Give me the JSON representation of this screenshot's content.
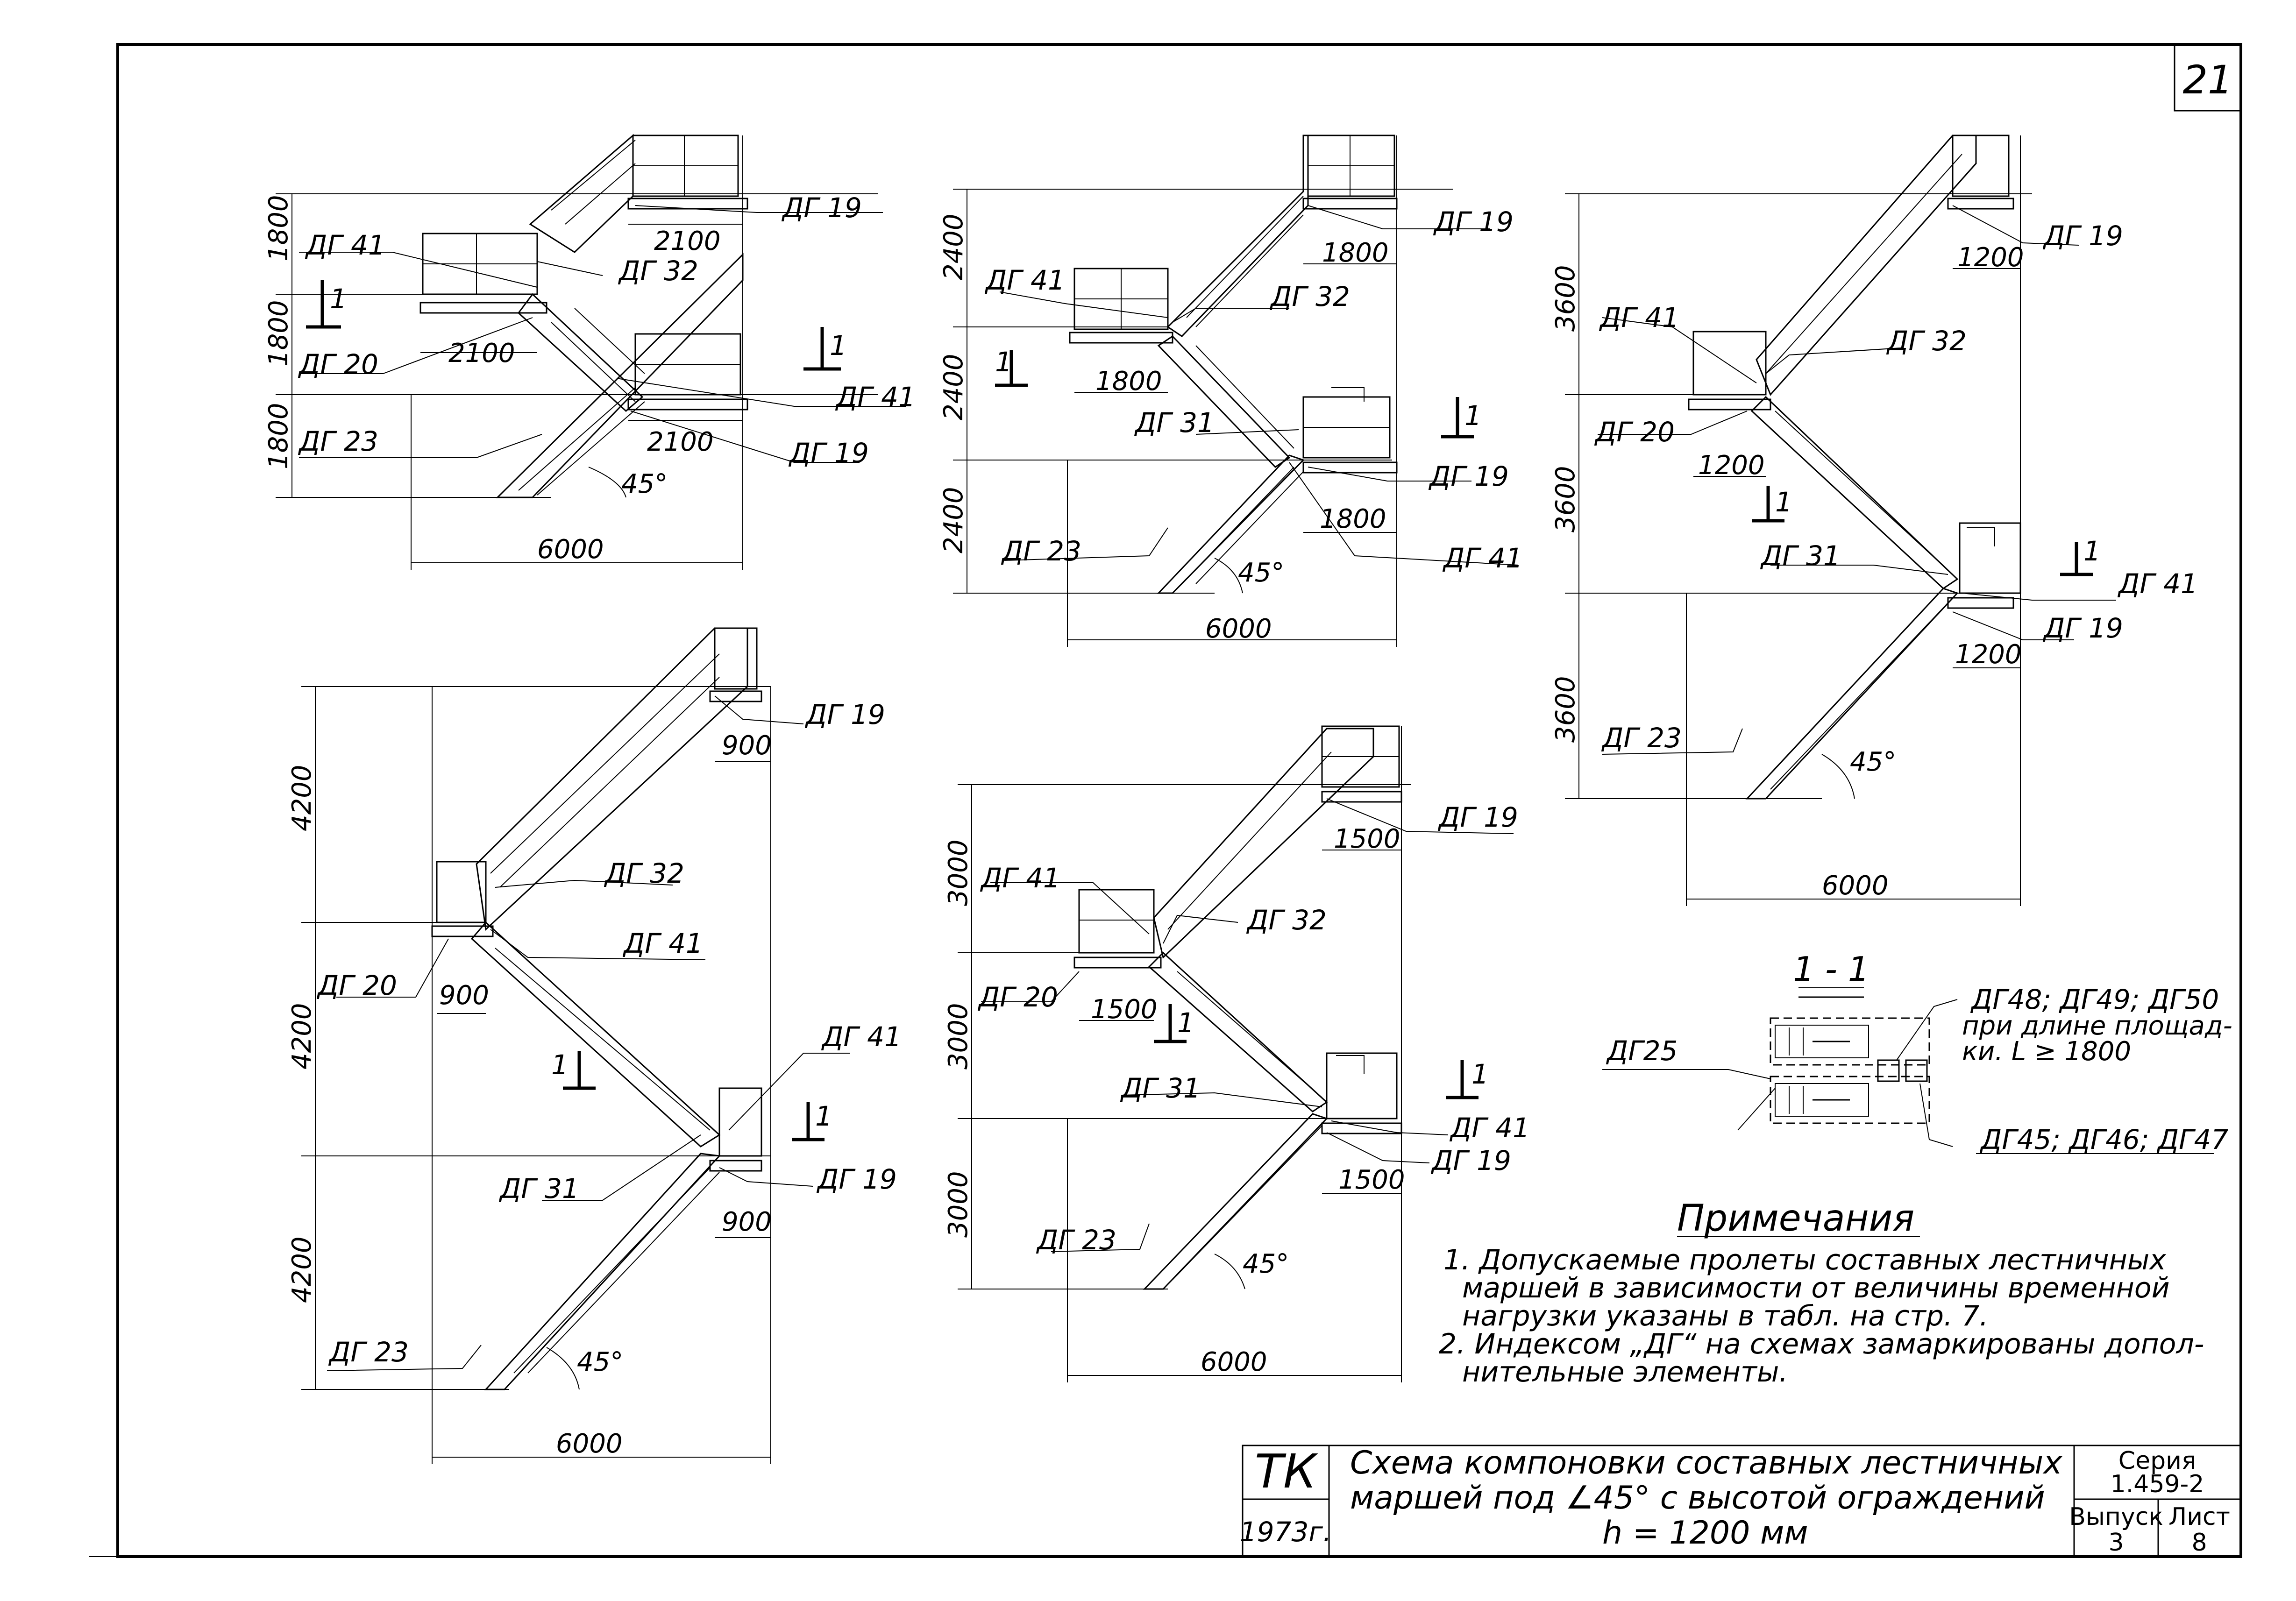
{
  "sheet_number": "21",
  "diagrams": [
    {
      "id": "d1",
      "marks": {
        "top_right": "ДГ 19",
        "left_upper": "ДГ 41",
        "mid": "ДГ 32",
        "left_mid": "ДГ 20",
        "right_mid": "ДГ 41",
        "right_low": "ДГ 19",
        "bottom_left": "ДГ 23"
      },
      "dims": {
        "w1": "2100",
        "w2": "2100",
        "w3": "2100",
        "total": "6000",
        "h1": "1800",
        "h2": "1800",
        "h3": "1800",
        "angle": "45°"
      }
    },
    {
      "id": "d2",
      "marks": {
        "top_right": "ДГ 19",
        "left_upper": "ДГ 41",
        "mid": "ДГ 32",
        "mid2": "ДГ 31",
        "right_low": "ДГ 19",
        "right_low2": "ДГ 41",
        "bottom_left": "ДГ 23"
      },
      "dims": {
        "w1": "1800",
        "w2": "1800",
        "w3": "1800",
        "total": "6000",
        "h1": "2400",
        "h2": "2400",
        "h3": "2400",
        "angle": "45°"
      }
    },
    {
      "id": "d3",
      "marks": {
        "top_right": "ДГ 19",
        "left_upper": "ДГ 41",
        "mid": "ДГ 32",
        "left_mid": "ДГ 20",
        "mid2": "ДГ 31",
        "right_low": "ДГ 41",
        "right_low2": "ДГ 19",
        "bottom_left": "ДГ 23"
      },
      "dims": {
        "w1": "1200",
        "w2": "1200",
        "w3": "1200",
        "total": "6000",
        "h1": "3600",
        "h2": "3600",
        "h3": "3600",
        "angle": "45°"
      }
    },
    {
      "id": "d4",
      "marks": {
        "top_right": "ДГ 19",
        "mid": "ДГ 32",
        "mid_b": "ДГ 41",
        "left_mid": "ДГ 20",
        "right_low": "ДГ 41",
        "mid2": "ДГ 31",
        "right_low2": "ДГ 19",
        "bottom_left": "ДГ 23"
      },
      "dims": {
        "w1": "900",
        "w2": "900",
        "w3": "900",
        "total": "6000",
        "h1": "4200",
        "h2": "4200",
        "h3": "4200",
        "angle": "45°"
      }
    },
    {
      "id": "d5",
      "marks": {
        "top_right": "ДГ 19",
        "left_upper": "ДГ 41",
        "mid": "ДГ 32",
        "left_mid": "ДГ 20",
        "mid2": "ДГ 31",
        "right_low": "ДГ 41",
        "right_low2": "ДГ 19",
        "bottom_left": "ДГ 23"
      },
      "dims": {
        "w1": "1500",
        "w2": "1500",
        "w3": "1500",
        "total": "6000",
        "h1": "3000",
        "h2": "3000",
        "h3": "3000",
        "angle": "45°"
      }
    }
  ],
  "section_marker": "1",
  "section": {
    "title": "1 - 1",
    "left_label": "ДГ25",
    "top_label_1": "ДГ48; ДГ49; ДГ50",
    "top_label_2": "при длине площад-",
    "top_label_3": "ки. L ≥ 1800",
    "bottom_label": "ДГ45; ДГ46; ДГ47"
  },
  "notes": {
    "title": "Примечания",
    "lines": [
      "1. Допускаемые пролеты составных лестничных",
      "маршей в зависимости от величины временной",
      "нагрузки указаны в табл. на стр. 7.",
      "2. Индексом „ДГ“ на схемах замаркированы допол-",
      "нительные элементы."
    ]
  },
  "title_block": {
    "org": "ТК",
    "year": "1973г.",
    "title_line1": "Схема компоновки составных лестничных",
    "title_line2": "маршей под ∠45° с высотой ограждений",
    "title_line3": "h = 1200 мм",
    "series_label": "Серия",
    "series_value": "1.459-2",
    "issue_label": "Выпуск",
    "issue_value": "3",
    "sheet_label": "Лист",
    "sheet_value": "8"
  }
}
